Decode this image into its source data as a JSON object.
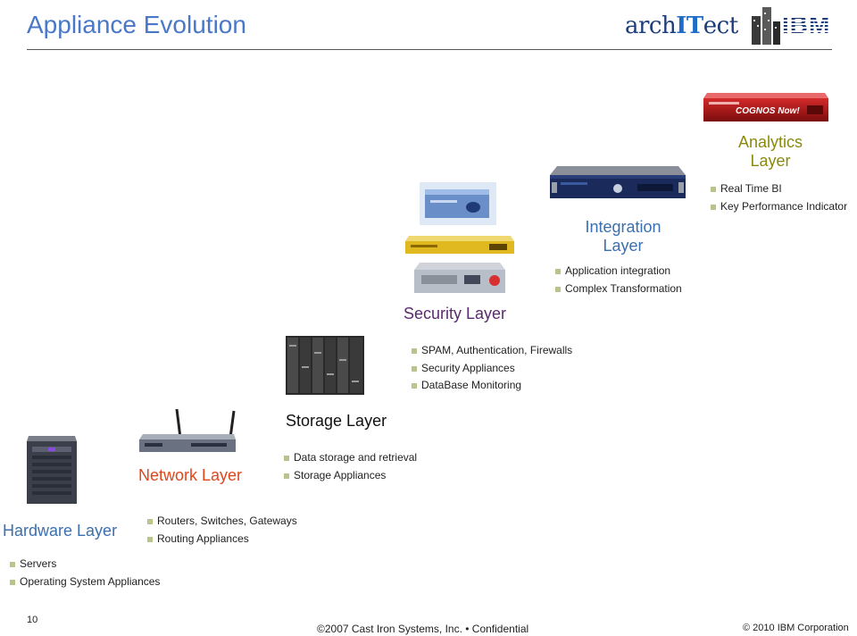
{
  "header": {
    "title": "Appliance Evolution",
    "logo_architect_pre": "arch",
    "logo_architect_it": "IT",
    "logo_architect_post": "ect",
    "logo_ibm": "IBM"
  },
  "layers": {
    "analytics": {
      "title_line1": "Analytics",
      "title_line2": "Layer",
      "bullets": [
        "Real Time BI",
        "Key Performance Indicator"
      ]
    },
    "integration": {
      "title_line1": "Integration",
      "title_line2": "Layer",
      "bullets": [
        "Application integration",
        "Complex Transformation"
      ]
    },
    "security": {
      "title": "Security Layer",
      "bullets": [
        "SPAM, Authentication, Firewalls",
        "Security Appliances",
        "DataBase Monitoring"
      ]
    },
    "storage": {
      "title": "Storage Layer",
      "bullets": [
        "Data storage and retrieval",
        "Storage Appliances"
      ]
    },
    "network": {
      "title": "Network Layer",
      "bullets": [
        "Routers, Switches, Gateways",
        "Routing Appliances"
      ]
    },
    "hardware": {
      "title": "Hardware Layer",
      "bullets": [
        "Servers",
        "Operating System Appliances"
      ]
    }
  },
  "devices": {
    "cognos_label": "COGNOS Now!"
  },
  "colors": {
    "title_blue": "#4a78c8",
    "analytics_olive": "#8a8a10",
    "integration_blue": "#3a6fb0",
    "security_purple": "#5a2a6e",
    "network_red": "#e0451b",
    "bullet_marker": "#b8c58a"
  },
  "footer": {
    "page_number": "10",
    "center": "©2007 Cast Iron Systems, Inc.  •  Confidential",
    "right": "© 2010 IBM Corporation"
  }
}
